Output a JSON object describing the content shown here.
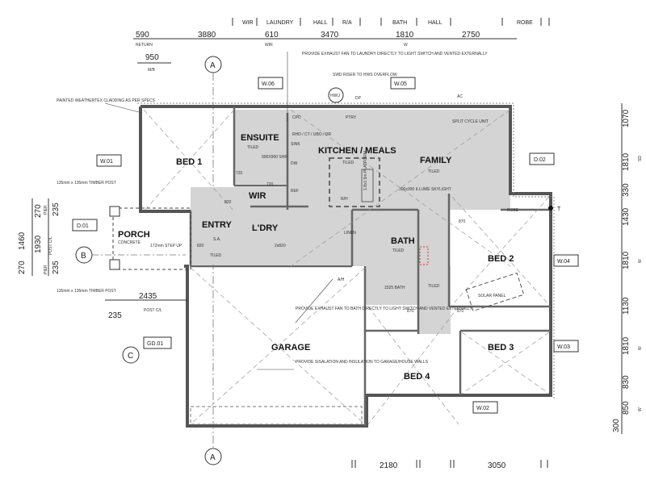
{
  "top_labels": [
    "WIR",
    "LAUNDRY",
    "HALL",
    "R/A",
    "BATH",
    "HALL",
    "ROBE"
  ],
  "top_dims": [
    "590",
    "3880",
    "610",
    "3470",
    "1810",
    "2750"
  ],
  "top_dim_sub": [
    "RETURN",
    "WIR",
    "W"
  ],
  "dim_950": "950",
  "mb_label": "M/B",
  "section_markers": [
    "A",
    "B",
    "C",
    "A"
  ],
  "windows": [
    "W.06",
    "W.05",
    "W.01",
    "D.02",
    "D.01",
    "W.04",
    "W.03",
    "GD.01",
    "W.02"
  ],
  "rooms": [
    "ENSUITE",
    "BED 1",
    "KITCHEN / MEALS",
    "FAMILY",
    "WIR",
    "ENTRY",
    "L'DRY",
    "PORCH",
    "BATH",
    "BED 2",
    "BED 3",
    "GARAGE",
    "BED 4"
  ],
  "finishes": {
    "tiled": "TILED",
    "concrete": "CONCRETE"
  },
  "notes": {
    "weathertex": "PAINTED WEATHERTEX CLADDING AS PER SPECS",
    "exhaust_laundry": "PROVIDE EXHAUST FAN TO LAUNDRY DIRECTLY TO LIGHT SWITCH AND VENTED EXTERNALLY",
    "swd_riser": "SWD RISER TO HWS OVERFLOW",
    "exhaust_bath": "PROVIDE EXHAUST FAN TO BATH DIRECTLY TO LIGHT SWITCH AND VENTED EXTERNALLY",
    "sisalation": "PROVIDE SISALATION AND INSULATION TO GARAGE/HOUSE WALLS",
    "timber_post_top": "135mm x 135mm TIMBER POST",
    "timber_post_bottom": "135mm x 135mm TIMBER POST",
    "step_up": "172mm STEP UP",
    "skylight": "300x300 ILLUME SKYLIGHT",
    "solar_panel": "SOLAR PANEL",
    "split_cycle": "SPLIT CYCLE UNIT"
  },
  "fixtures": [
    "HWU",
    "DP",
    "AC",
    "CPC",
    "PTRY",
    "RHD / CT / UBO / DR",
    "SINK",
    "DW",
    "REF",
    "R/H",
    "LINEN",
    "A/H",
    "ROBE",
    "S.A."
  ],
  "left_dims": [
    "270",
    "235",
    "1460",
    "1930",
    "270",
    "235"
  ],
  "left_labels": [
    "PIER",
    "POST C/L",
    "PIER"
  ],
  "bottom_left_dims": [
    "2435",
    "235"
  ],
  "post_cl": "POST C/L",
  "right_dims": [
    "1070",
    "1810",
    "330",
    "1430",
    "1810",
    "1130",
    "1810",
    "830",
    "850",
    "300"
  ],
  "right_dim_sub": [
    "SD",
    "W",
    "W",
    "W"
  ],
  "bottom_dims": [
    "2180",
    "3050"
  ],
  "door_widths": [
    "720",
    "820",
    "870",
    "820",
    "870",
    "870",
    "720",
    "2x820"
  ],
  "kitchen_sizes": [
    "900X900 SHR",
    "1525 BATH",
    "1.8x1.5m PLATFORM"
  ],
  "accent_colors": {
    "tiled_fill": "#d4d4d4",
    "wall": "#555555",
    "window_red": "#cc3333"
  },
  "north_marker": "T"
}
